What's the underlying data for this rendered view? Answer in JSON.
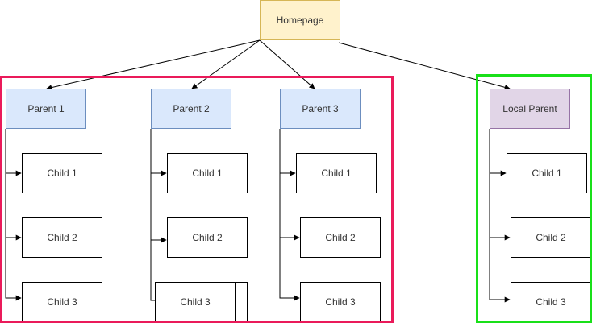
{
  "diagram": {
    "root": {
      "label": "Homepage"
    },
    "groups": [
      {
        "color": "#ea1a5a",
        "parents": [
          {
            "label": "Parent 1",
            "children": [
              "Child 1",
              "Child 2",
              "Child 3"
            ]
          },
          {
            "label": "Parent 2",
            "children": [
              "Child 1",
              "Child 2",
              "Child 3"
            ]
          },
          {
            "label": "Parent 3",
            "children": [
              "Child 1",
              "Child 2",
              "Child 3"
            ]
          }
        ]
      },
      {
        "color": "#19e019",
        "parents": [
          {
            "label": "Local Parent",
            "children": [
              "Child 1",
              "Child 2",
              "Child 3"
            ]
          }
        ]
      }
    ]
  }
}
